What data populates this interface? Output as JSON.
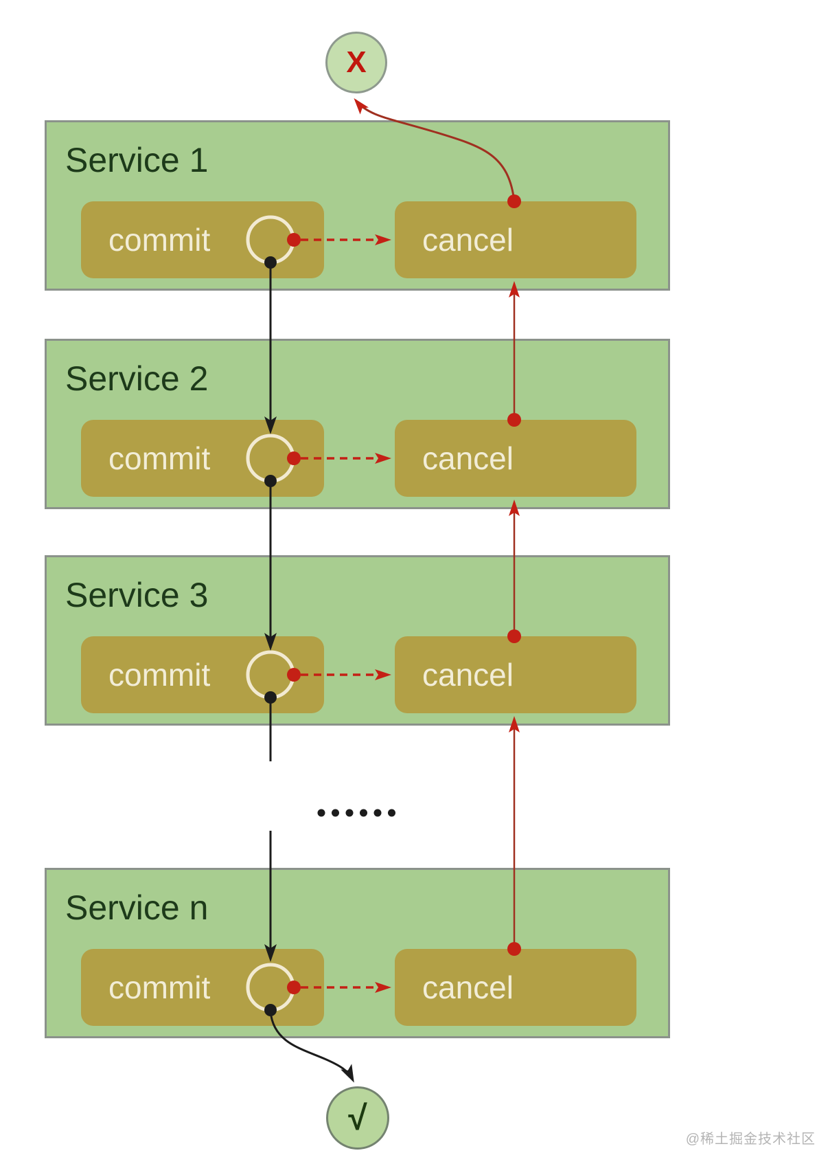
{
  "diagram": {
    "abort_node": {
      "label": "X"
    },
    "end_node": {
      "label": "√"
    },
    "services": [
      {
        "title": "Service 1",
        "commit_label": "commit",
        "cancel_label": "cancel"
      },
      {
        "title": "Service 2",
        "commit_label": "commit",
        "cancel_label": "cancel"
      },
      {
        "title": "Service 3",
        "commit_label": "commit",
        "cancel_label": "cancel"
      },
      {
        "title": "Service n",
        "commit_label": "commit",
        "cancel_label": "cancel"
      }
    ]
  },
  "watermark": {
    "text": "@稀土掘金技术社区"
  },
  "colors": {
    "box-green": "#a8cd90",
    "box-border": "#8b928b",
    "btn-gold": "#b2a046",
    "btn-text": "#f2edd7",
    "title-green": "#1d3a1a",
    "red": "#c42015",
    "red-line": "#a03020",
    "black": "#1c1c1c",
    "abort-fill": "#c5deae",
    "abort-border": "#8e998e",
    "end-fill": "#b8d69c",
    "end-border": "#748370",
    "x-red": "#c1170d",
    "check-green": "#1c3a10",
    "wm-grey": "#b4b4b4",
    "ring": "#f2ead2"
  }
}
